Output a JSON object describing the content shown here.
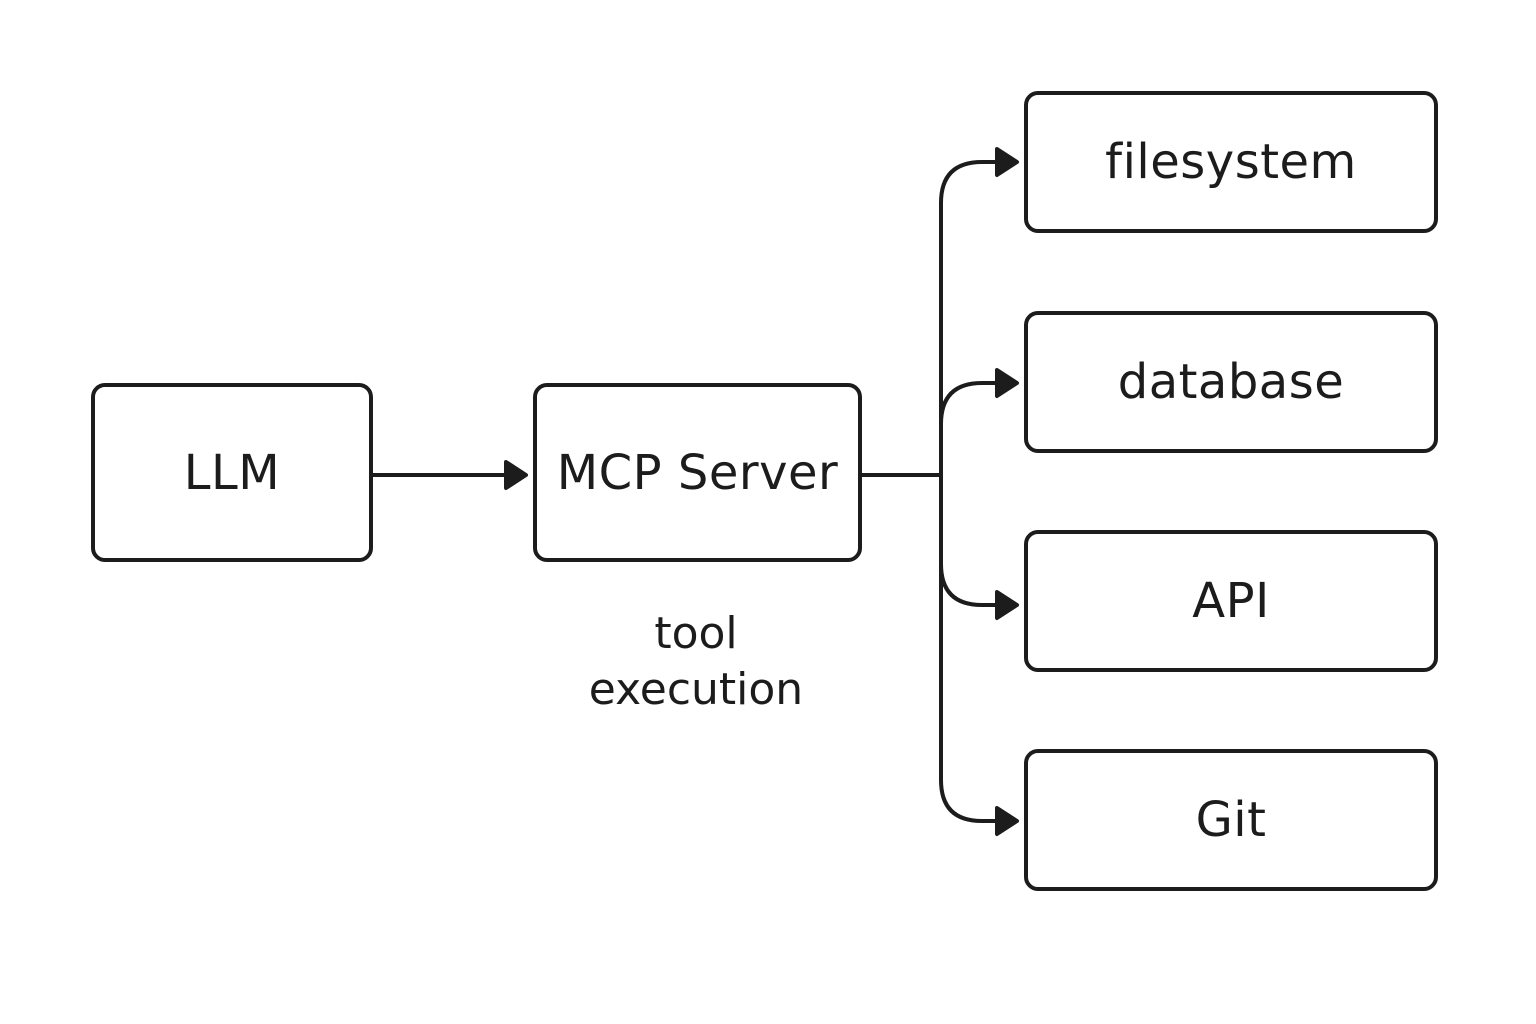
{
  "nodes": {
    "llm": "LLM",
    "mcp_server": "MCP Server",
    "filesystem": "filesystem",
    "database": "database",
    "api": "API",
    "git": "Git"
  },
  "caption": {
    "line1": "tool",
    "line2": "execution"
  },
  "colors": {
    "stroke": "#1c1c1c",
    "background": "#ffffff"
  },
  "edges": [
    {
      "from": "LLM",
      "to": "MCP Server"
    },
    {
      "from": "MCP Server",
      "to": "filesystem"
    },
    {
      "from": "MCP Server",
      "to": "database"
    },
    {
      "from": "MCP Server",
      "to": "API"
    },
    {
      "from": "MCP Server",
      "to": "Git"
    }
  ]
}
